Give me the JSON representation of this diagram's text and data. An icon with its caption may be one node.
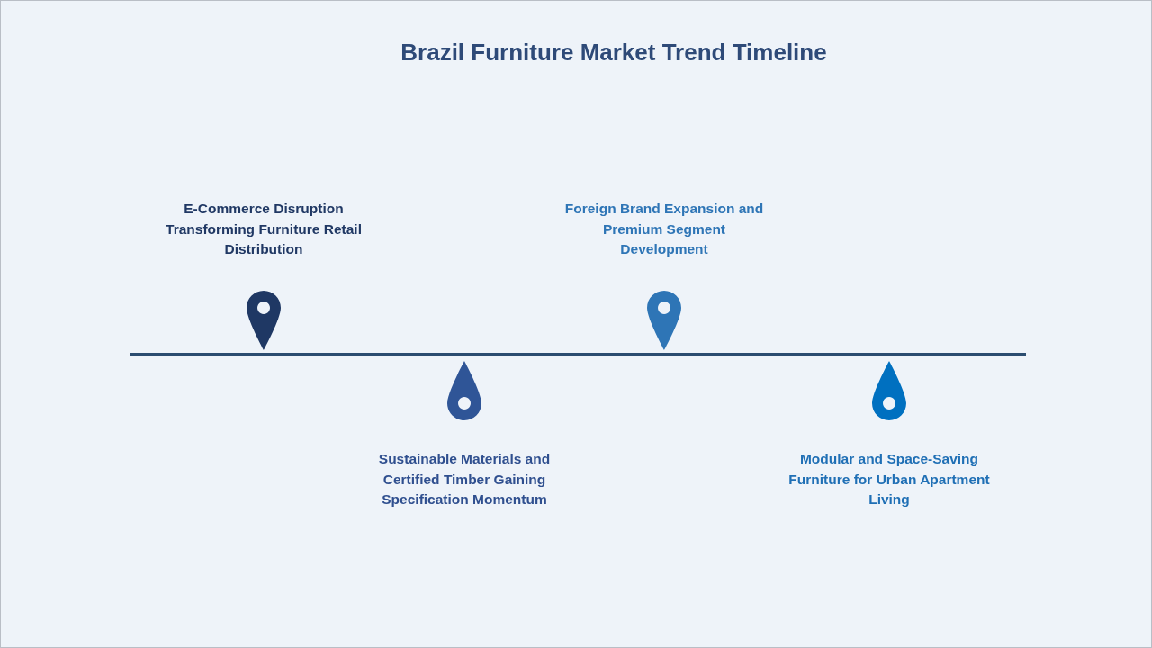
{
  "diagram": {
    "title": "Brazil Furniture Market Trend Timeline",
    "labels": [
      "E-Commerce Disruption Transforming Furniture Retail Distribution",
      "Sustainable Materials and Certified Timber Gaining Specification Momentum",
      "Foreign Brand Expansion and Premium Segment Development",
      "Modular and Space-Saving Furniture for Urban Apartment Living"
    ]
  }
}
